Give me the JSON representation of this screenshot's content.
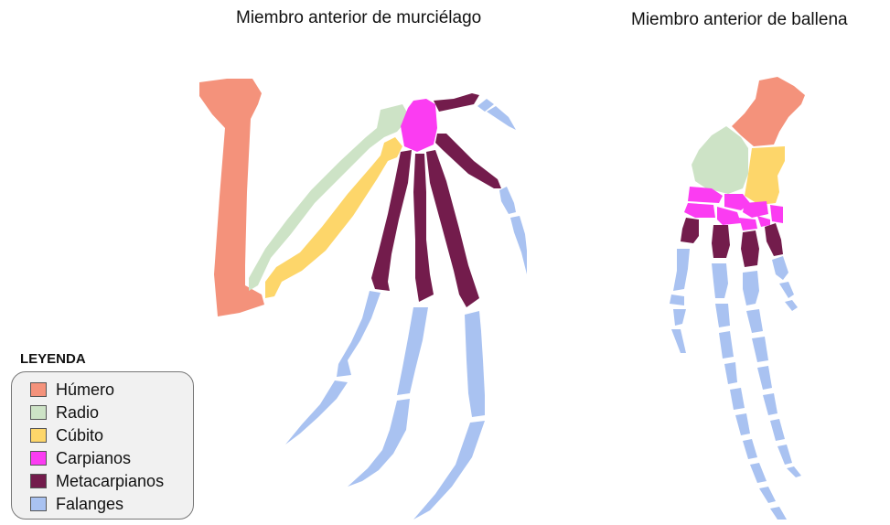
{
  "titles": {
    "bat": "Miembro anterior de murciélago",
    "whale": "Miembro anterior de ballena"
  },
  "legend": {
    "title": "LEYENDA",
    "items": [
      {
        "label": "Húmero",
        "color": "#f4927b"
      },
      {
        "label": "Radio",
        "color": "#cde3c6"
      },
      {
        "label": "Cúbito",
        "color": "#fdd66a"
      },
      {
        "label": "Carpianos",
        "color": "#fb3cf2"
      },
      {
        "label": "Metacarpianos",
        "color": "#731c4c"
      },
      {
        "label": "Falanges",
        "color": "#a9c2f1"
      }
    ]
  }
}
